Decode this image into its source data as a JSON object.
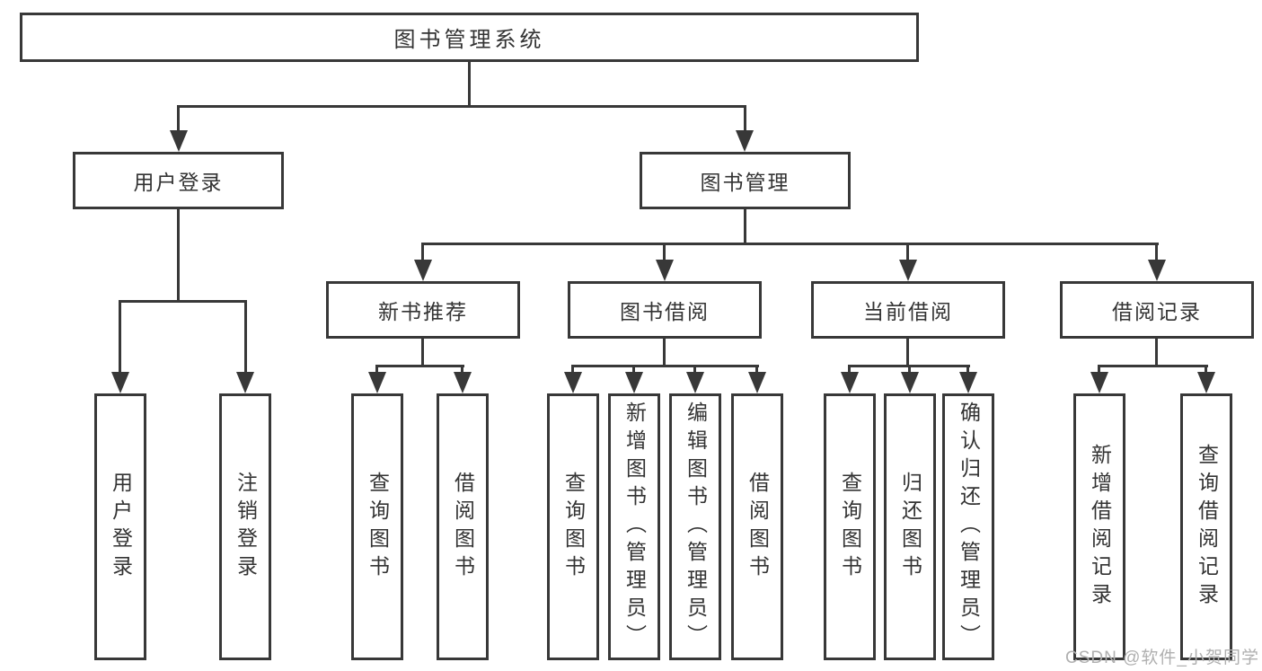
{
  "diagram": {
    "root": {
      "label": "图书管理系统"
    },
    "branches": [
      {
        "label": "用户登录",
        "children": [
          {
            "label": "用户登录"
          },
          {
            "label": "注销登录"
          }
        ]
      },
      {
        "label": "图书管理",
        "children": [
          {
            "label": "新书推荐",
            "children": [
              {
                "label": "查询图书"
              },
              {
                "label": "借阅图书"
              }
            ]
          },
          {
            "label": "图书借阅",
            "children": [
              {
                "label": "查询图书"
              },
              {
                "label": "新增图书（管理员）"
              },
              {
                "label": "编辑图书（管理员）"
              },
              {
                "label": "借阅图书"
              }
            ]
          },
          {
            "label": "当前借阅",
            "children": [
              {
                "label": "查询图书"
              },
              {
                "label": "归还图书"
              },
              {
                "label": "确认归还（管理员）"
              }
            ]
          },
          {
            "label": "借阅记录",
            "children": [
              {
                "label": "新增借阅记录"
              },
              {
                "label": "查询借阅记录"
              }
            ]
          }
        ]
      }
    ]
  },
  "watermark": {
    "text": "CSDN @软件_小贺同学"
  },
  "colors": {
    "line": "#383838",
    "text": "#333333",
    "background": "#ffffff",
    "watermark": "#b0b0b0"
  }
}
